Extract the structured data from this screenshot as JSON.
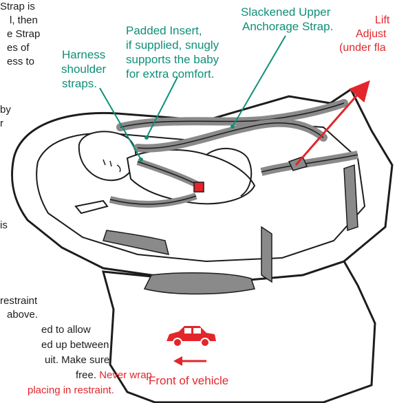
{
  "colors": {
    "callout": "#0f8f78",
    "warning": "#e2262b",
    "text": "#1c1c1c",
    "strap": "#8a8a8a"
  },
  "left_text_fragments": [
    "Strap is",
    "l, then",
    "e Strap",
    "es of",
    "ess to",
    "by",
    "r",
    "is"
  ],
  "bottom_text": {
    "line1": "restraint",
    "line2": "above.",
    "line3": "ed to allow",
    "line4": "ed up between",
    "line5": "uit. Make sure",
    "line6_plain": "free.",
    "line6_warning": "Never wrap",
    "line7_warning": "placing in restraint."
  },
  "callouts": {
    "harness": [
      "Harness",
      "shoulder",
      "straps."
    ],
    "padded_insert": [
      "Padded Insert,",
      "if supplied, snugly",
      "supports the baby",
      "for extra comfort."
    ],
    "upper_strap": [
      "Slackened Upper",
      "Anchorage Strap."
    ],
    "lift": [
      "Lift",
      "Adjust",
      "(under fla"
    ]
  },
  "front_label": "Front of vehicle",
  "icons": {
    "car": "car-icon",
    "arrow": "left-arrow-icon"
  }
}
